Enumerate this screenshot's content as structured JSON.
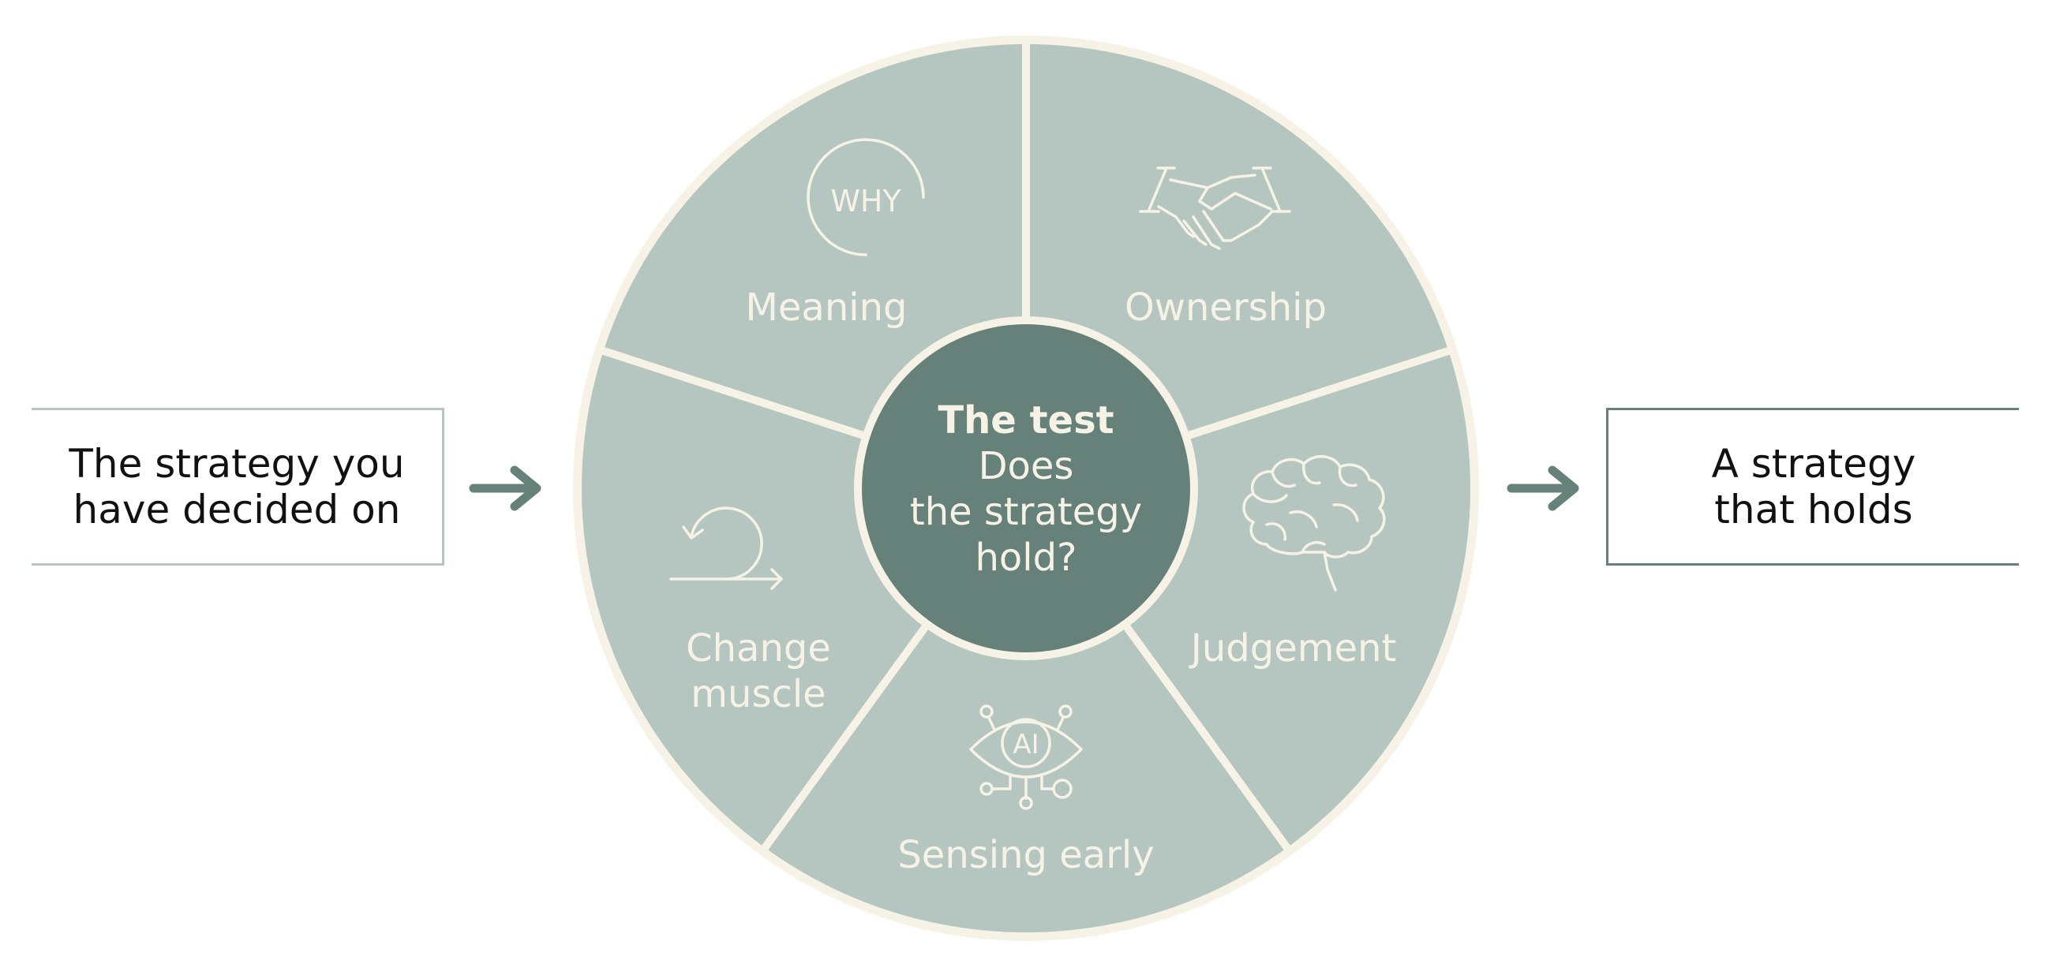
{
  "input_box": {
    "text": "The strategy you\nhave decided on"
  },
  "output_box": {
    "text": "A strategy\nthat holds"
  },
  "center": {
    "title": "The test",
    "line1": "Does",
    "line2": "the strategy",
    "line3": "hold?"
  },
  "segments": {
    "meaning": {
      "label": "Meaning",
      "icon": "why-circle-icon",
      "icon_text": "WHY"
    },
    "ownership": {
      "label": "Ownership",
      "icon": "handshake-icon"
    },
    "judgement": {
      "label": "Judgement",
      "icon": "brain-icon"
    },
    "sensing": {
      "label": "Sensing early",
      "icon": "ai-eye-icon",
      "icon_text": "AI"
    },
    "change": {
      "label_line1": "Change",
      "label_line2": "muscle",
      "icon": "loop-arrow-icon"
    }
  },
  "colors": {
    "segment_fill": "#b5c6c0",
    "center_fill": "#66807a",
    "separator": "#f6f3e6",
    "arrow": "#66807a",
    "text_light": "#f6f3e6"
  }
}
